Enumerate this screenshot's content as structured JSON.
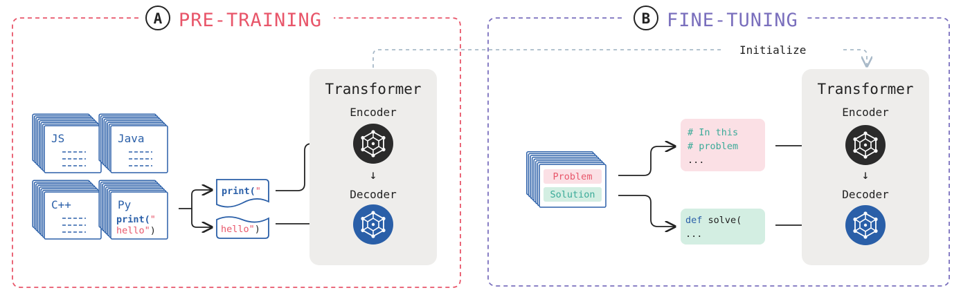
{
  "colors": {
    "pretrain": "#e8566a",
    "finetune": "#7a6fbd",
    "doc_blue": "#2a5fa8",
    "encoder_dark": "#2b2b2b",
    "decoder_blue": "#2a5fa8",
    "transformer_bg": "#eeedeb",
    "problem_bg": "#fbe0e5",
    "solution_bg": "#d3eee2",
    "teal": "#3aaa98",
    "pink": "#e8566a",
    "init_arrow": "#a8b9c8"
  },
  "pretraining": {
    "badge": "A",
    "title": "PRE-TRAINING",
    "languages": [
      "JS",
      "Java",
      "C++",
      "Py"
    ],
    "py_code_1": "print(\"",
    "py_code_2": "hello\")",
    "split_top": "print(\"",
    "split_bottom": "hello\")",
    "transformer": {
      "title": "Transformer",
      "encoder_label": "Encoder",
      "decoder_label": "Decoder"
    }
  },
  "finetuning": {
    "badge": "B",
    "title": "FINE-TUNING",
    "initialize_label": "Initialize",
    "problem_label": "Problem",
    "solution_label": "Solution",
    "problem_code": [
      "# In this",
      "# problem",
      "..."
    ],
    "solution_code_kw": "def",
    "solution_code_rest": " solve(",
    "solution_code_2": "...",
    "transformer": {
      "title": "Transformer",
      "encoder_label": "Encoder",
      "decoder_label": "Decoder"
    }
  }
}
